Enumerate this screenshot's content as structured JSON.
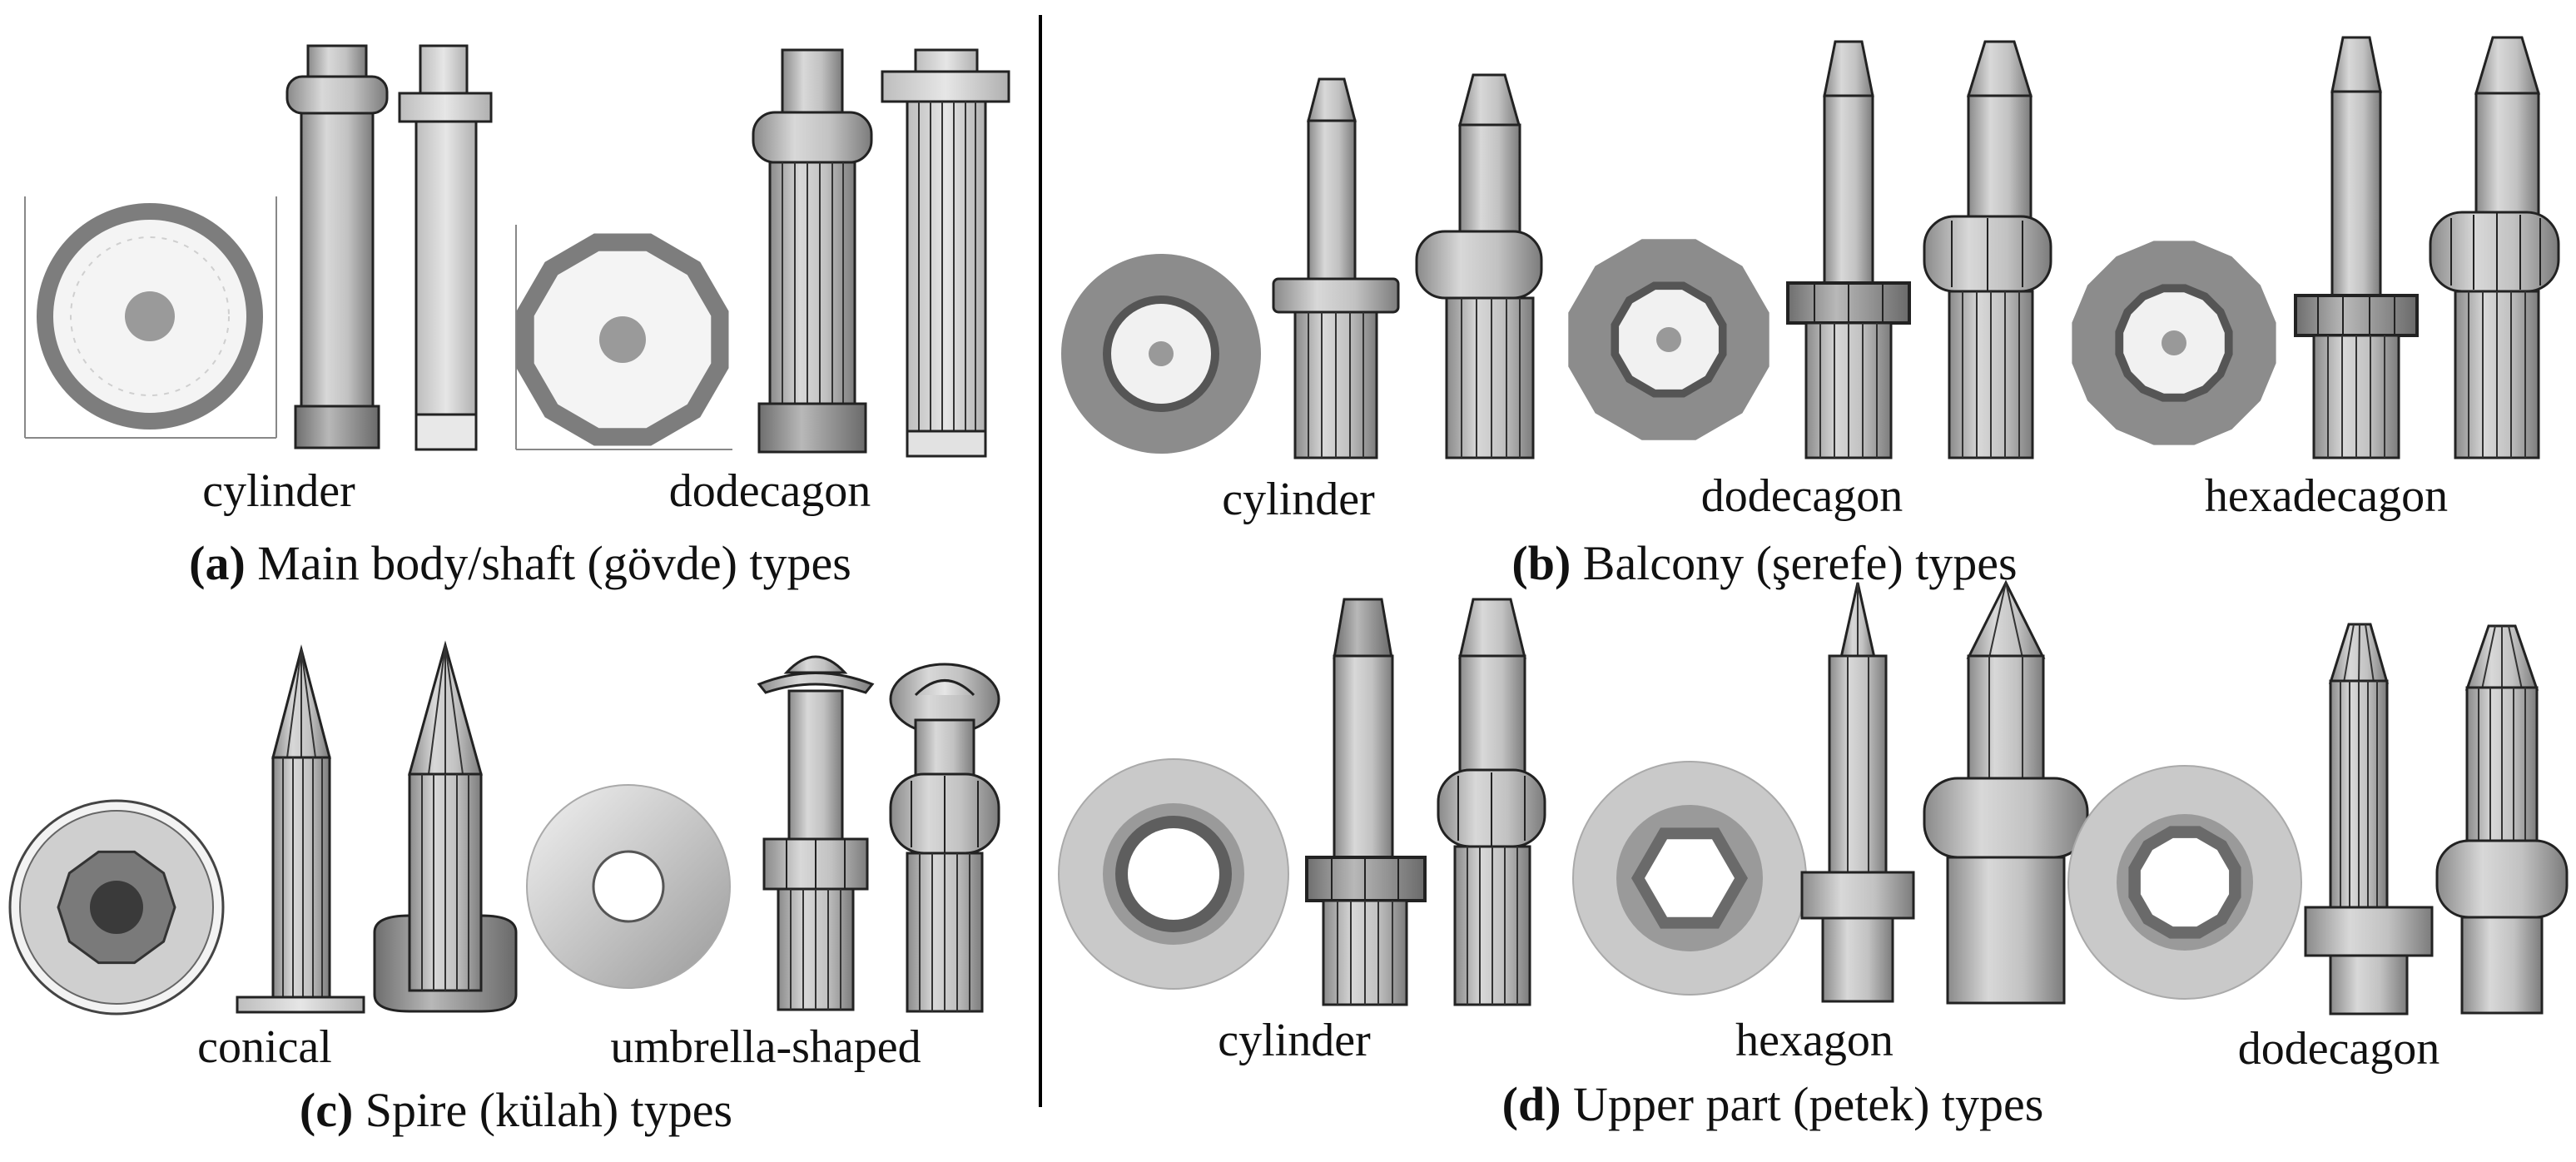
{
  "panels": [
    {
      "id": "a",
      "caption_letter": "(a)",
      "caption_text": "Main body/shaft (gövde) types",
      "labels": [
        "cylinder",
        "dodecagon"
      ]
    },
    {
      "id": "b",
      "caption_letter": "(b)",
      "caption_text": "Balcony (şerefe) types",
      "labels": [
        "cylinder",
        "dodecagon",
        "hexadecagon"
      ]
    },
    {
      "id": "c",
      "caption_letter": "(c)",
      "caption_text": "Spire (külah) types",
      "labels": [
        "conical",
        "umbrella-shaped"
      ]
    },
    {
      "id": "d",
      "caption_letter": "(d)",
      "caption_text": "Upper part (petek) types",
      "labels": [
        "cylinder",
        "hexagon",
        "dodecagon"
      ]
    }
  ],
  "colors": {
    "background": "#ffffff",
    "ring_dark": "#7a7a7a",
    "ring_light": "#c4c4c4",
    "body_mid": "#a9a9a9",
    "body_light": "#e2e2e2",
    "outline": "#222222",
    "divider": "#000000"
  }
}
